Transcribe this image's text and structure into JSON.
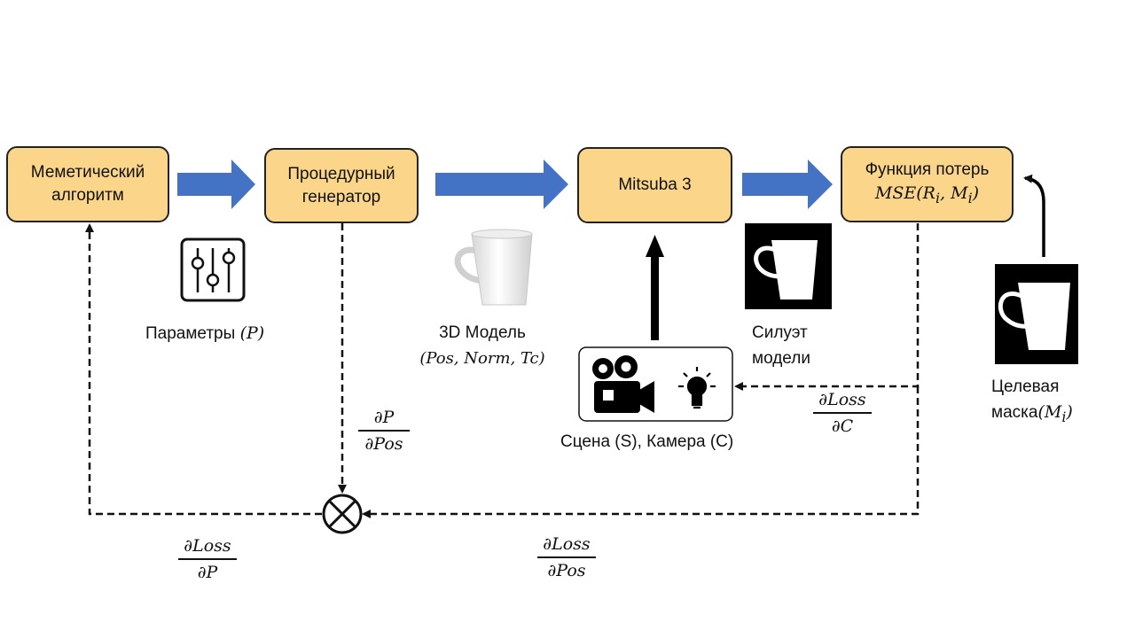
{
  "boxes": {
    "memetic": [
      "Меметический",
      "алгоритм"
    ],
    "procedural": [
      "Процедурный",
      "генератор"
    ],
    "mitsuba": "Mitsuba 3",
    "loss_title": "Функция потерь",
    "loss_formula": "MSE(R_i, M_i)"
  },
  "labels": {
    "params": "Параметры",
    "params_math": "(P)",
    "model_line1": "3D Модель",
    "model_line2": "(Pos, Norm, Tc)",
    "scene": "Сцена (S), Камера (C)",
    "silhouette": [
      "Силуэт",
      "модели"
    ],
    "target": [
      "Целевая",
      "маска"
    ],
    "target_math": "(M_i)"
  },
  "fractions": {
    "dP_dPos": {
      "num": "∂P",
      "den": "∂Pos"
    },
    "dLoss_dC": {
      "num": "∂Loss",
      "den": "∂C"
    },
    "dLoss_dP": {
      "num": "∂Loss",
      "den": "∂P"
    },
    "dLoss_dPos": {
      "num": "∂Loss",
      "den": "∂Pos"
    }
  },
  "colors": {
    "box_fill": "#fbd68a",
    "arrow_blue": "#4472c4"
  },
  "icons": [
    "sliders-icon",
    "mug-image",
    "camera-icon",
    "lightbulb-icon",
    "silhouette-image",
    "target-mask-image",
    "multiply-node-icon"
  ]
}
